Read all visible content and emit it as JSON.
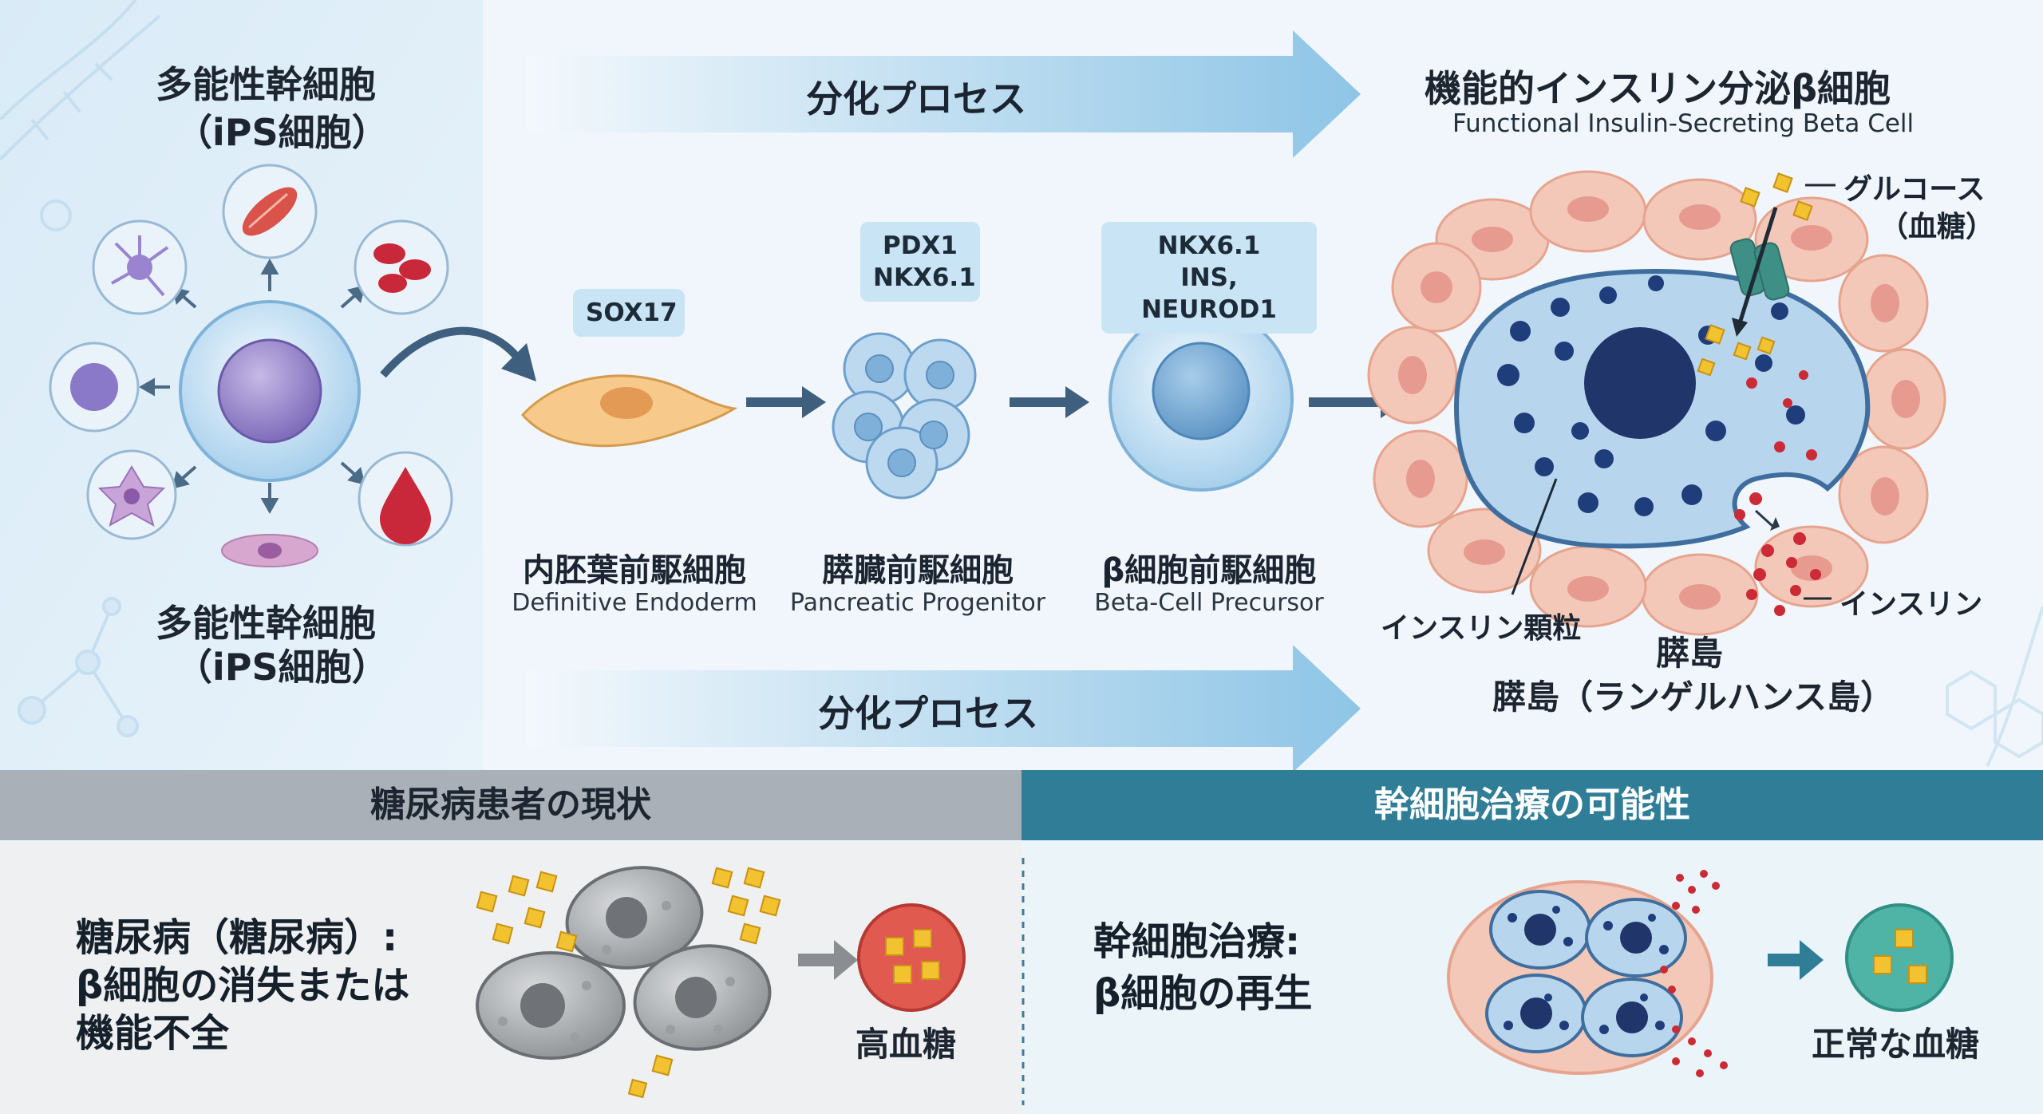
{
  "top_left": {
    "title_line1": "多能性幹細胞",
    "title_line2": "（iPS細胞）",
    "bottom_line1": "多能性幹細胞",
    "bottom_line2": "（iPS細胞）"
  },
  "process_banner_top": "分化プロセス",
  "process_banner_bottom": "分化プロセス",
  "beta_cell": {
    "title_jp": "機能的インスリン分泌β細胞",
    "title_en": "Functional Insulin-Secreting Beta Cell",
    "glucose_label_line1": "グルコース",
    "glucose_label_line2": "（血糖）",
    "insulin_label": "インスリン",
    "granule_label": "インスリン顆粒",
    "islet_label_line1": "膵島",
    "islet_label_line2": "膵島（ランゲルハンス島）"
  },
  "stages": [
    {
      "jp": "内胚葉前駆細胞",
      "en": "Definitive Endoderm",
      "marker_line1": "SOX17",
      "marker_line2": ""
    },
    {
      "jp": "膵臓前駆細胞",
      "en": "Pancreatic Progenitor",
      "marker_line1": "PDX1",
      "marker_line2": "NKX6.1"
    },
    {
      "jp": "β細胞前駆細胞",
      "en": "Beta-Cell Precursor",
      "marker_line1": "NKX6.1",
      "marker_line2": "INS, NEUROD1"
    }
  ],
  "bottom_left": {
    "header": "糖尿病患者の現状",
    "line1": "糖尿病（糖尿病）:",
    "line2": "β細胞の消失または",
    "line3": "機能不全",
    "result": "高血糖"
  },
  "bottom_right": {
    "header": "幹細胞治療の可能性",
    "line1": "幹細胞治療:",
    "line2": "β細胞の再生",
    "result": "正常な血糖"
  },
  "colors": {
    "left_header_bg": "#a9b0b7",
    "right_header_bg": "#2f7d97",
    "right_header_text": "#ffffff",
    "glucose": "#f2c230",
    "insulin": "#cc2a35",
    "beta_cell_fill": "#b7d6ee",
    "islet_cell_fill": "#f3c8b8",
    "high_glucose": "#e05a4f",
    "normal_glucose": "#4fb3a6"
  }
}
